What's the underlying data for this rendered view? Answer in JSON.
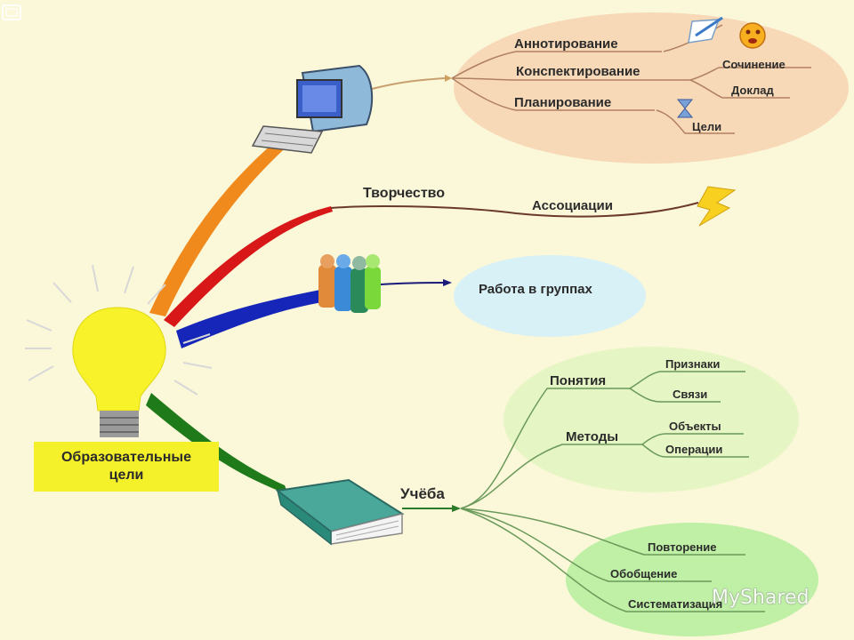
{
  "center": {
    "line1": "Образовательные",
    "line2": "цели"
  },
  "branches": {
    "research": {
      "items": [
        "Аннотирование",
        "Конспектирование",
        "Планирование"
      ],
      "sub": [
        "Сочинение",
        "Доклад",
        "Цели"
      ]
    },
    "creativity": {
      "label": "Творчество",
      "child": "Ассоциации"
    },
    "groups": {
      "label": "Работа в группах"
    },
    "study": {
      "label": "Учёба",
      "concepts": {
        "label": "Понятия",
        "children": [
          "Признаки",
          "Связи"
        ]
      },
      "methods": {
        "label": "Методы",
        "children": [
          "Объекты",
          "Операции"
        ]
      },
      "review": [
        "Повторение",
        "Обобщение",
        "Систематизация"
      ]
    }
  },
  "watermark": "MyShared",
  "colors": {
    "background": "#fbf7d9",
    "bubble_peach": "#f7d9b8",
    "bubble_blue": "#d8f1f7",
    "bubble_green": "#e5f5c4",
    "bubble_green_bright": "#bff0a6",
    "branch_orange": "#f08a1c",
    "branch_red": "#d81818",
    "branch_blue": "#1526b8",
    "branch_green": "#1f7a1a",
    "bulb": "#f8f22a",
    "label_box": "#f4f02a"
  },
  "icons": [
    "lightbulb-icon",
    "computer-icon",
    "people-icon",
    "book-icon",
    "lightning-icon",
    "hourglass-icon",
    "smiley-icon",
    "pen-paper-icon"
  ]
}
